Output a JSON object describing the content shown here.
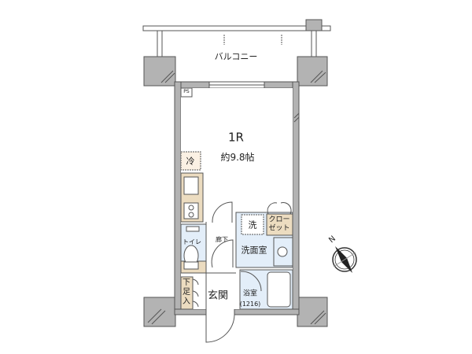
{
  "rooms": {
    "balcony": "バルコニー",
    "main_room": "1R",
    "main_room_area": "約9.8帖",
    "ps": "PS",
    "fridge": "冷",
    "toilet": "トイレ",
    "hallway": "廊下",
    "washroom": "洗面室",
    "washer": "洗",
    "closet_line1": "クロー",
    "closet_line2": "ゼット",
    "entrance": "玄関",
    "bathroom": "浴室",
    "bathroom_size": "(1216)",
    "shoe_box_1": "下",
    "shoe_box_2": "足",
    "shoe_box_3": "入"
  },
  "compass": {
    "label": "N"
  },
  "colors": {
    "wall": "#b3b3b3",
    "wet_area": "#e3eef9",
    "storage": "#ecdcc0",
    "fridge": "#fbf1e4"
  }
}
